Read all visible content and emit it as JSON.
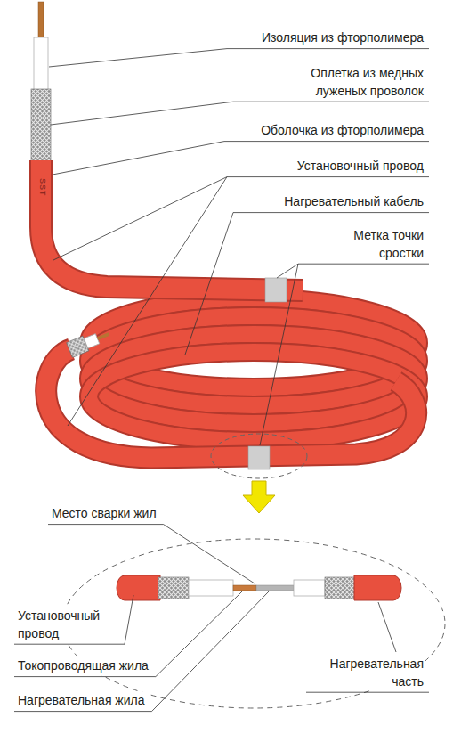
{
  "diagram": {
    "labels": [
      "Изоляция из фторполимера",
      "Оплетка из медных луженых проволок",
      "Оболочка из фторполимера",
      "Установочный провод",
      "Нагревательный кабель",
      "Метка точки сростки",
      "SST",
      "Место сварки жил",
      "Установочный провод",
      "Токопроводящая жила",
      "Нагревательная жила",
      "Нагревательная часть"
    ]
  }
}
